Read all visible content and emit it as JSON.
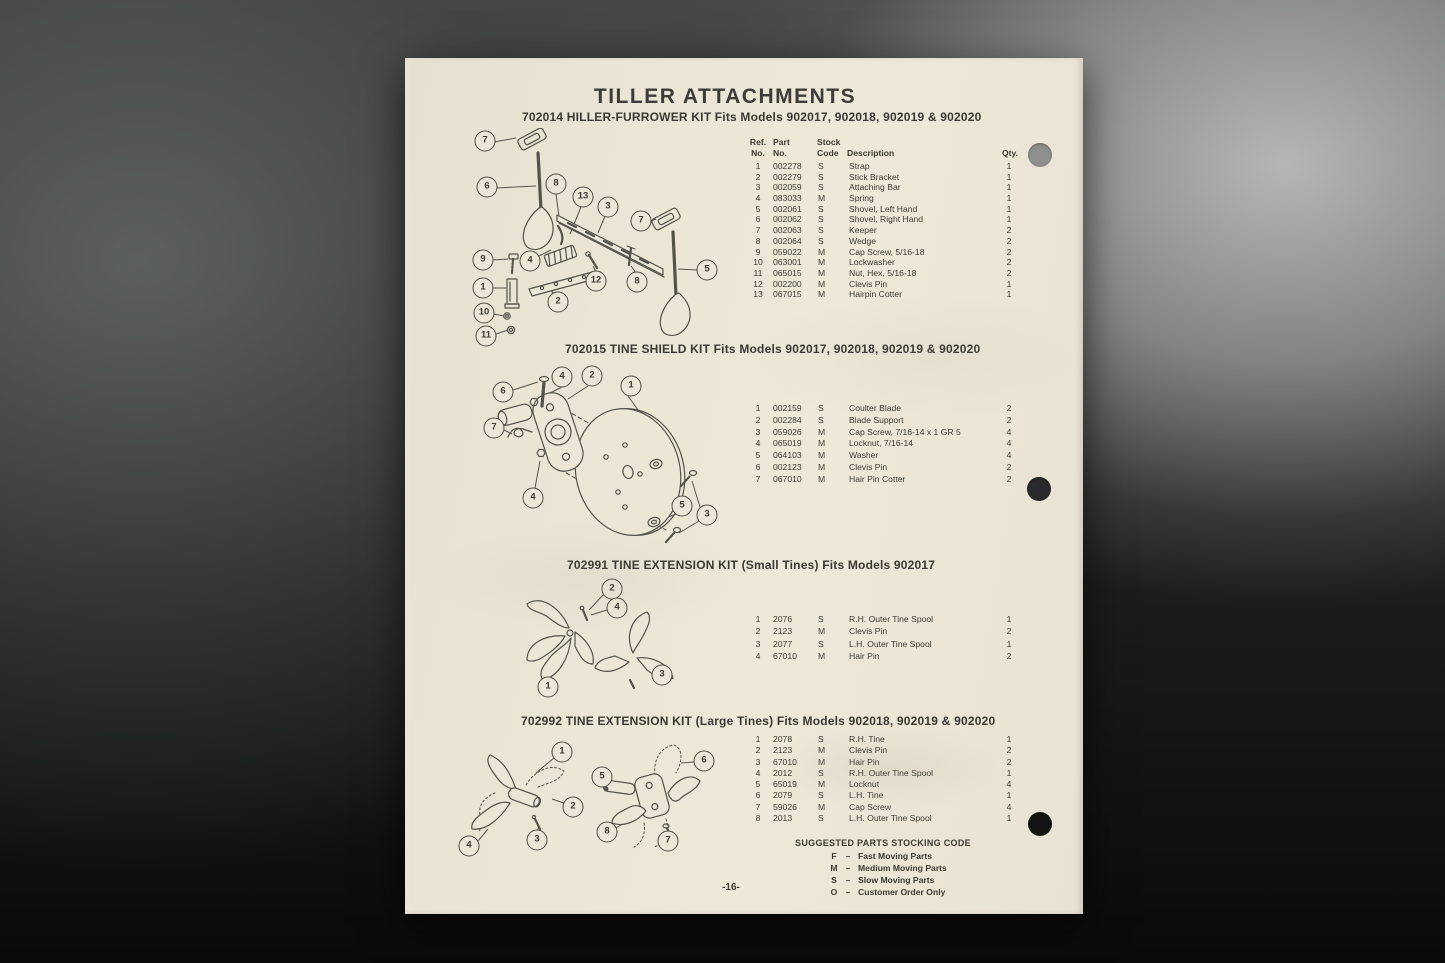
{
  "page": {
    "title": "TILLER ATTACHMENTS",
    "page_number": "-16-",
    "table_header": {
      "ref": [
        "Ref.",
        "No."
      ],
      "part": [
        "Part",
        "No."
      ],
      "stock": [
        "Stock",
        "Code"
      ],
      "desc": "Description",
      "qty": "Qty."
    },
    "sections": [
      {
        "heading": "702014 HILLER-FURROWER KIT Fits Models 902017, 902018, 902019 & 902020",
        "rows": [
          [
            "1",
            "002278",
            "S",
            "Strap",
            "1"
          ],
          [
            "2",
            "002279",
            "S",
            "Stick Bracket",
            "1"
          ],
          [
            "3",
            "002059",
            "S",
            "Attaching Bar",
            "1"
          ],
          [
            "4",
            "083033",
            "M",
            "Spring",
            "1"
          ],
          [
            "5",
            "002061",
            "S",
            "Shovel, Left Hand",
            "1"
          ],
          [
            "6",
            "002062",
            "S",
            "Shovel, Right Hand",
            "1"
          ],
          [
            "7",
            "002063",
            "S",
            "Keeper",
            "2"
          ],
          [
            "8",
            "002064",
            "S",
            "Wedge",
            "2"
          ],
          [
            "9",
            "059022",
            "M",
            "Cap Screw, 5/16-18",
            "2"
          ],
          [
            "10",
            "063001",
            "M",
            "Lockwasher",
            "2"
          ],
          [
            "11",
            "065015",
            "M",
            "Nut, Hex, 5/16-18",
            "2"
          ],
          [
            "12",
            "002200",
            "M",
            "Clevis Pin",
            "1"
          ],
          [
            "13",
            "067015",
            "M",
            "Hairpin Cotter",
            "1"
          ]
        ]
      },
      {
        "heading": "702015 TINE SHIELD KIT Fits Models 902017, 902018, 902019 & 902020",
        "rows": [
          [
            "1",
            "002159",
            "S",
            "Coulter Blade",
            "2"
          ],
          [
            "2",
            "002284",
            "S",
            "Blade Support",
            "2"
          ],
          [
            "3",
            "059026",
            "M",
            "Cap Screw, 7/16-14 x 1 GR 5",
            "4"
          ],
          [
            "4",
            "065019",
            "M",
            "Locknut, 7/16-14",
            "4"
          ],
          [
            "5",
            "064103",
            "M",
            "Washer",
            "4"
          ],
          [
            "6",
            "002123",
            "M",
            "Clevis Pin",
            "2"
          ],
          [
            "7",
            "067010",
            "M",
            "Hair Pin Cotter",
            "2"
          ]
        ]
      },
      {
        "heading": "702991 TINE EXTENSION KIT (Small Tines) Fits Models 902017",
        "rows": [
          [
            "1",
            "2076",
            "S",
            "R.H. Outer Tine Spool",
            "1"
          ],
          [
            "2",
            "2123",
            "M",
            "Clevis Pin",
            "2"
          ],
          [
            "3",
            "2077",
            "S",
            "L.H. Outer Tine Spool",
            "1"
          ],
          [
            "4",
            "67010",
            "M",
            "Hair Pin",
            "2"
          ]
        ]
      },
      {
        "heading": "702992 TINE EXTENSION KIT (Large Tines) Fits Models 902018, 902019 & 902020",
        "rows": [
          [
            "1",
            "2078",
            "S",
            "R.H. Tine",
            "1"
          ],
          [
            "2",
            "2123",
            "M",
            "Clevis Pin",
            "2"
          ],
          [
            "3",
            "67010",
            "M",
            "Hair Pin",
            "2"
          ],
          [
            "4",
            "2012",
            "S",
            "R.H. Outer Tine Spool",
            "1"
          ],
          [
            "5",
            "65019",
            "M",
            "Locknut",
            "4"
          ],
          [
            "6",
            "2079",
            "S",
            "L.H. Tine",
            "1"
          ],
          [
            "7",
            "59026",
            "M",
            "Cap Screw",
            "4"
          ],
          [
            "8",
            "2013",
            "S",
            "L.H. Outer Tine Spool",
            "1"
          ]
        ]
      }
    ],
    "stocking_code": {
      "title": "SUGGESTED PARTS STOCKING CODE",
      "dash": "–",
      "entries": [
        [
          "F",
          "Fast Moving Parts"
        ],
        [
          "M",
          "Medium Moving Parts"
        ],
        [
          "S",
          "Slow Moving Parts"
        ],
        [
          "O",
          "Customer Order Only"
        ]
      ]
    },
    "diagrams": {
      "d1": {
        "callouts": [
          "7",
          "6",
          "8",
          "13",
          "3",
          "7",
          "9",
          "4",
          "1",
          "2",
          "12",
          "8",
          "5",
          "10",
          "11"
        ]
      },
      "d2": {
        "callouts": [
          "6",
          "4",
          "2",
          "1",
          "7",
          "4",
          "5",
          "3"
        ]
      },
      "d3": {
        "callouts": [
          "2",
          "4",
          "1",
          "3"
        ]
      },
      "d4": {
        "callouts": [
          "1",
          "2",
          "3",
          "4",
          "5",
          "6",
          "8",
          "7"
        ]
      }
    }
  }
}
